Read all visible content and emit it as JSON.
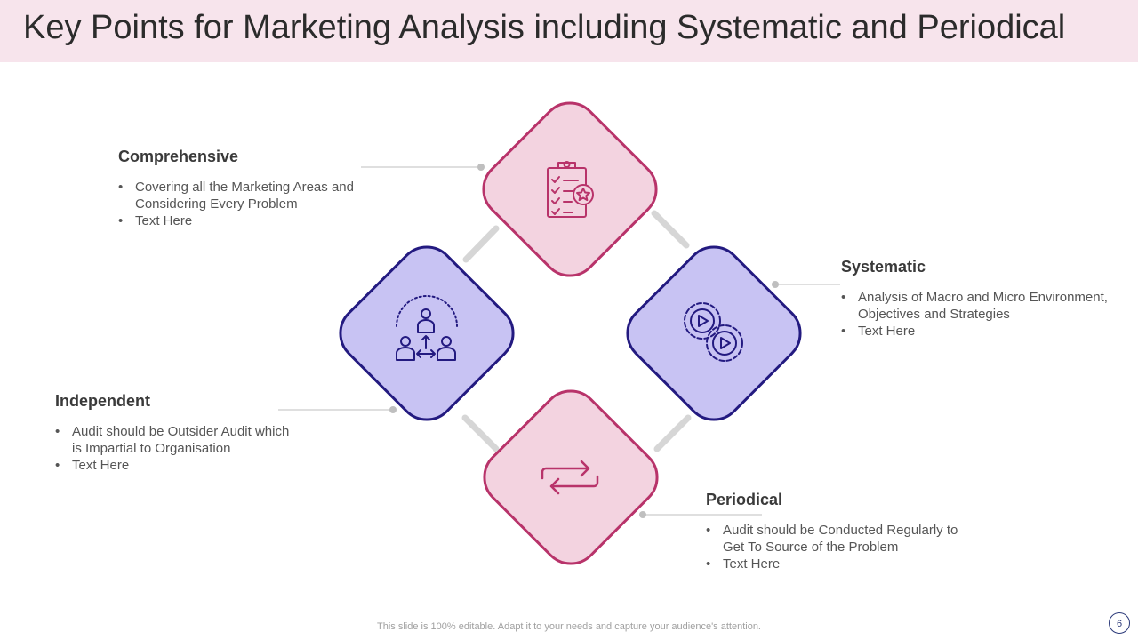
{
  "title": "Key Points for Marketing Analysis including Systematic and Periodical",
  "points": [
    {
      "heading": "Comprehensive",
      "bullets": [
        "Covering all the Marketing Areas and Considering Every Problem",
        "Text Here"
      ]
    },
    {
      "heading": "Systematic",
      "bullets": [
        "Analysis of Macro and Micro Environment, Objectives and Strategies",
        "Text Here"
      ]
    },
    {
      "heading": "Independent",
      "bullets": [
        "Audit should be Outsider Audit which is Impartial to Organisation",
        "Text Here"
      ]
    },
    {
      "heading": "Periodical",
      "bullets": [
        "Audit should be Conducted Regularly to Get To Source of the Problem",
        "Text Here"
      ]
    }
  ],
  "icons": [
    "clipboard-star-icon",
    "gears-play-icon",
    "team-arrows-icon",
    "loop-arrows-icon"
  ],
  "colors": {
    "pink_fill": "#f3d3e0",
    "pink_stroke": "#b8336a",
    "purple_fill": "#c8c3f3",
    "purple_stroke": "#231a80",
    "header_bg": "#f7e4ec"
  },
  "footer": "This slide is 100% editable. Adapt it to your needs and capture your audience's attention.",
  "page_number": "6"
}
